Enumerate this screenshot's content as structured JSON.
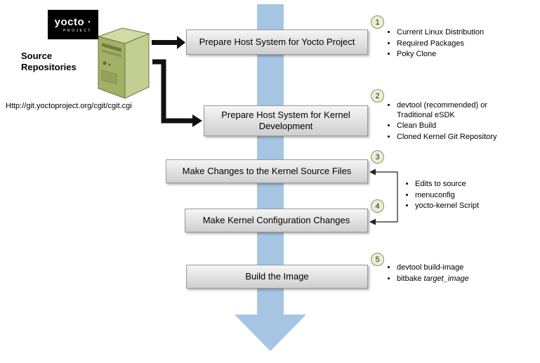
{
  "logo": {
    "brand": "yocto ·",
    "sub": "PROJECT"
  },
  "source": {
    "label_line1": "Source",
    "label_line2": "Repositories",
    "url": "Http://git.yoctoproject.org/cgit/cgit.cgi"
  },
  "steps": [
    {
      "num": "1",
      "label": "Prepare Host System for Yocto Project",
      "bullets": [
        "Current Linux Distribution",
        "Required Packages",
        "Poky Clone"
      ]
    },
    {
      "num": "2",
      "label": "Prepare Host System for Kernel Development",
      "bullets": [
        "devtool (recommended) or Traditional eSDK",
        "Clean Build",
        "Cloned Kernel Git Repository"
      ]
    },
    {
      "num": "3",
      "label": "Make Changes to the Kernel Source Files",
      "bullets": []
    },
    {
      "num": "4",
      "label": "Make Kernel Configuration Changes",
      "bullets": []
    },
    {
      "num": "5",
      "label": "Build the Image",
      "bullets": [
        "devtool build-image"
      ],
      "bullet_italic_prefix": "bitbake ",
      "bullet_italic": "target_image"
    }
  ],
  "shared_bullets": [
    "Edits to source",
    "menuconfig",
    "yocto-kernel Script"
  ],
  "colors": {
    "flow_arrow_blue": "#a6c5e3",
    "circle_fill": "#e9efda",
    "circle_border": "#7d9b49",
    "box_gray": "#dedede",
    "server_green": "#a3b166"
  }
}
